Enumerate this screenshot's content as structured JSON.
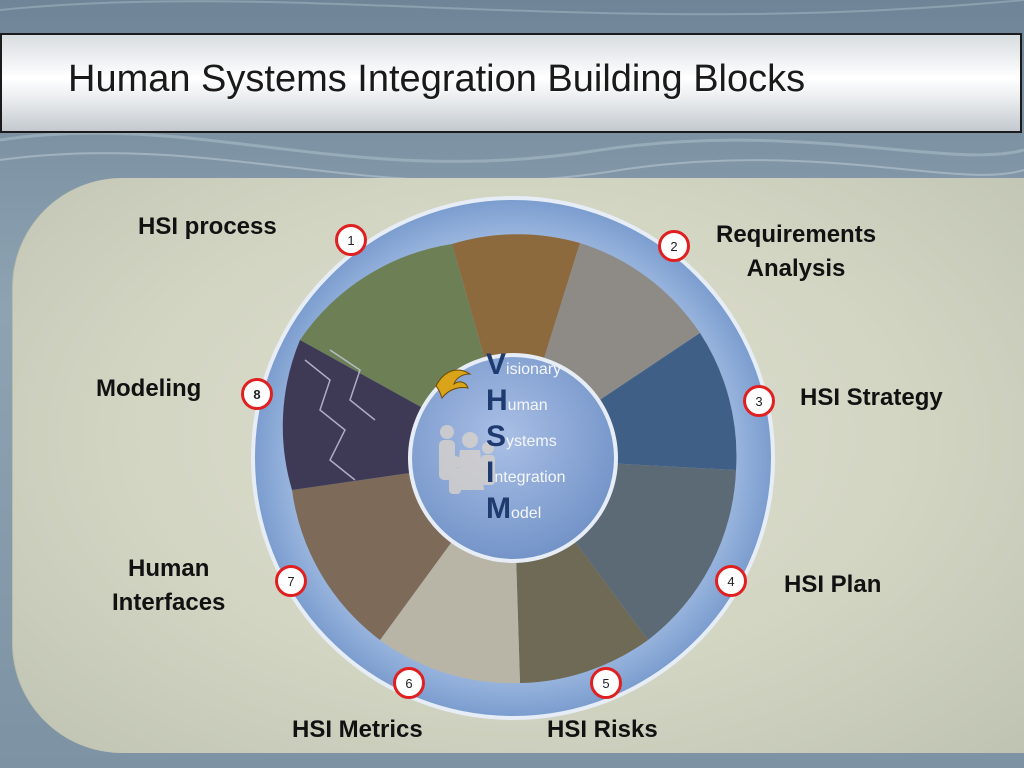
{
  "title": "Human Systems Integration Building Blocks",
  "center": {
    "lines": [
      {
        "initial": "V",
        "rest": "isionary"
      },
      {
        "initial": "H",
        "rest": "uman"
      },
      {
        "initial": "S",
        "rest": "ystems"
      },
      {
        "initial": "I",
        "rest": "ntegration"
      },
      {
        "initial": "M",
        "rest": "odel"
      }
    ]
  },
  "blocks": [
    {
      "number": "1",
      "label": "HSI process"
    },
    {
      "number": "2",
      "label_line1": "Requirements",
      "label_line2": "Analysis"
    },
    {
      "number": "3",
      "label": "HSI Strategy"
    },
    {
      "number": "4",
      "label": "HSI Plan"
    },
    {
      "number": "5",
      "label": "HSI Risks"
    },
    {
      "number": "6",
      "label": "HSI Metrics"
    },
    {
      "number": "7",
      "label_line1": "Human",
      "label_line2": "Interfaces"
    },
    {
      "number": "8",
      "label": "Modeling"
    }
  ],
  "colors": {
    "ring": "#8aaad6",
    "ring_border": "#e8eef7",
    "center": "#7f9fd0",
    "number_border": "#e02020"
  }
}
